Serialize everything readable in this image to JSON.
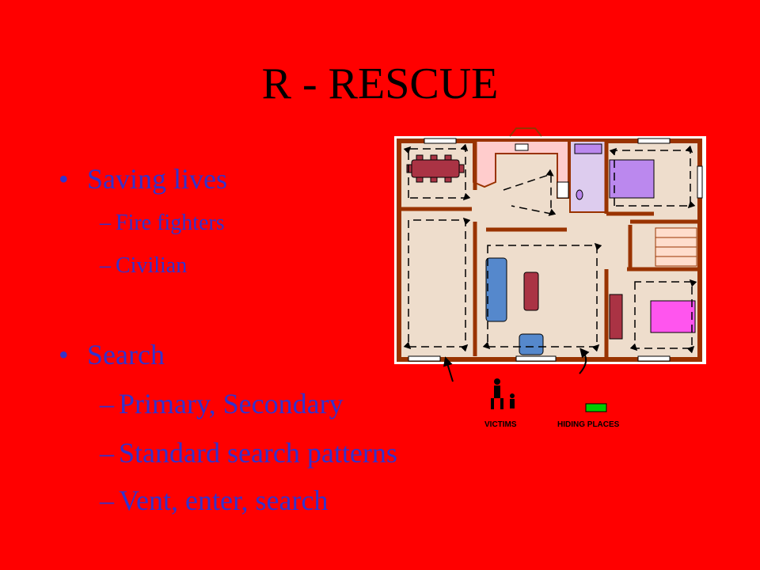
{
  "slide": {
    "title": "R - RESCUE",
    "bullets": [
      {
        "text": "Saving lives",
        "subitems": [
          "Fire fighters",
          "Civilian"
        ]
      },
      {
        "text": "Search",
        "subitems": [
          "Primary, Secondary",
          "Standard search patterns",
          "Vent, enter, search"
        ]
      }
    ],
    "bullet_glyph": "•",
    "dash_glyph": "–"
  },
  "floorplan": {
    "legend": {
      "victims": "VICTIMS",
      "hiding_places": "HIDING PLACES"
    },
    "colors": {
      "floor": "#eeddcc",
      "wall": "#993300",
      "dining_table": "#aa3344",
      "sofa": "#5588cc",
      "bed_purple": "#bb88ee",
      "bed_pink": "#ff55ee",
      "kitchen": "#ffcccc",
      "hiding_place": "#00cc00"
    }
  }
}
